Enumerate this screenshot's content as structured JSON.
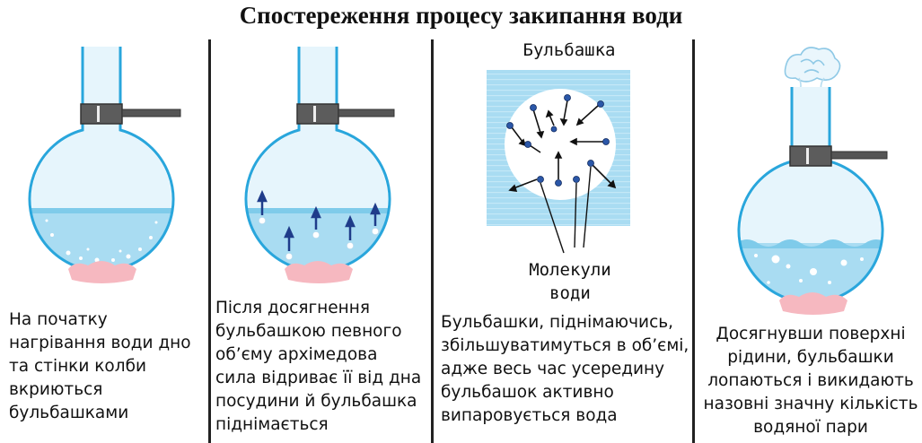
{
  "title": "Спостереження процесу закипання води",
  "colors": {
    "water": "#a9dcf2",
    "water_light": "#cfeefa",
    "glass": "#29a6dc",
    "molecule": "#2b57a8",
    "flame": "#f6b8c0"
  },
  "panels": [
    {
      "caption": "На початку нагрівання води дно та стінки колби вкриються бульбашками"
    },
    {
      "caption": "Після досягнення бульбашкою певного об’єму архімедова сила відриває її від дна посудини й бульбашка піднімається"
    },
    {
      "caption": "Бульбашки, піднімаючись, збільшуватимуться в об’ємі, адже весь час усередину бульбашок активно випаровується вода"
    },
    {
      "caption": "Досягнувши поверхні рідини, бульбашки лопаються і викидають назовні значну кількість водяної пари"
    }
  ],
  "labels": {
    "bubble": "Бульбашка",
    "molecules": "Молекули води"
  }
}
